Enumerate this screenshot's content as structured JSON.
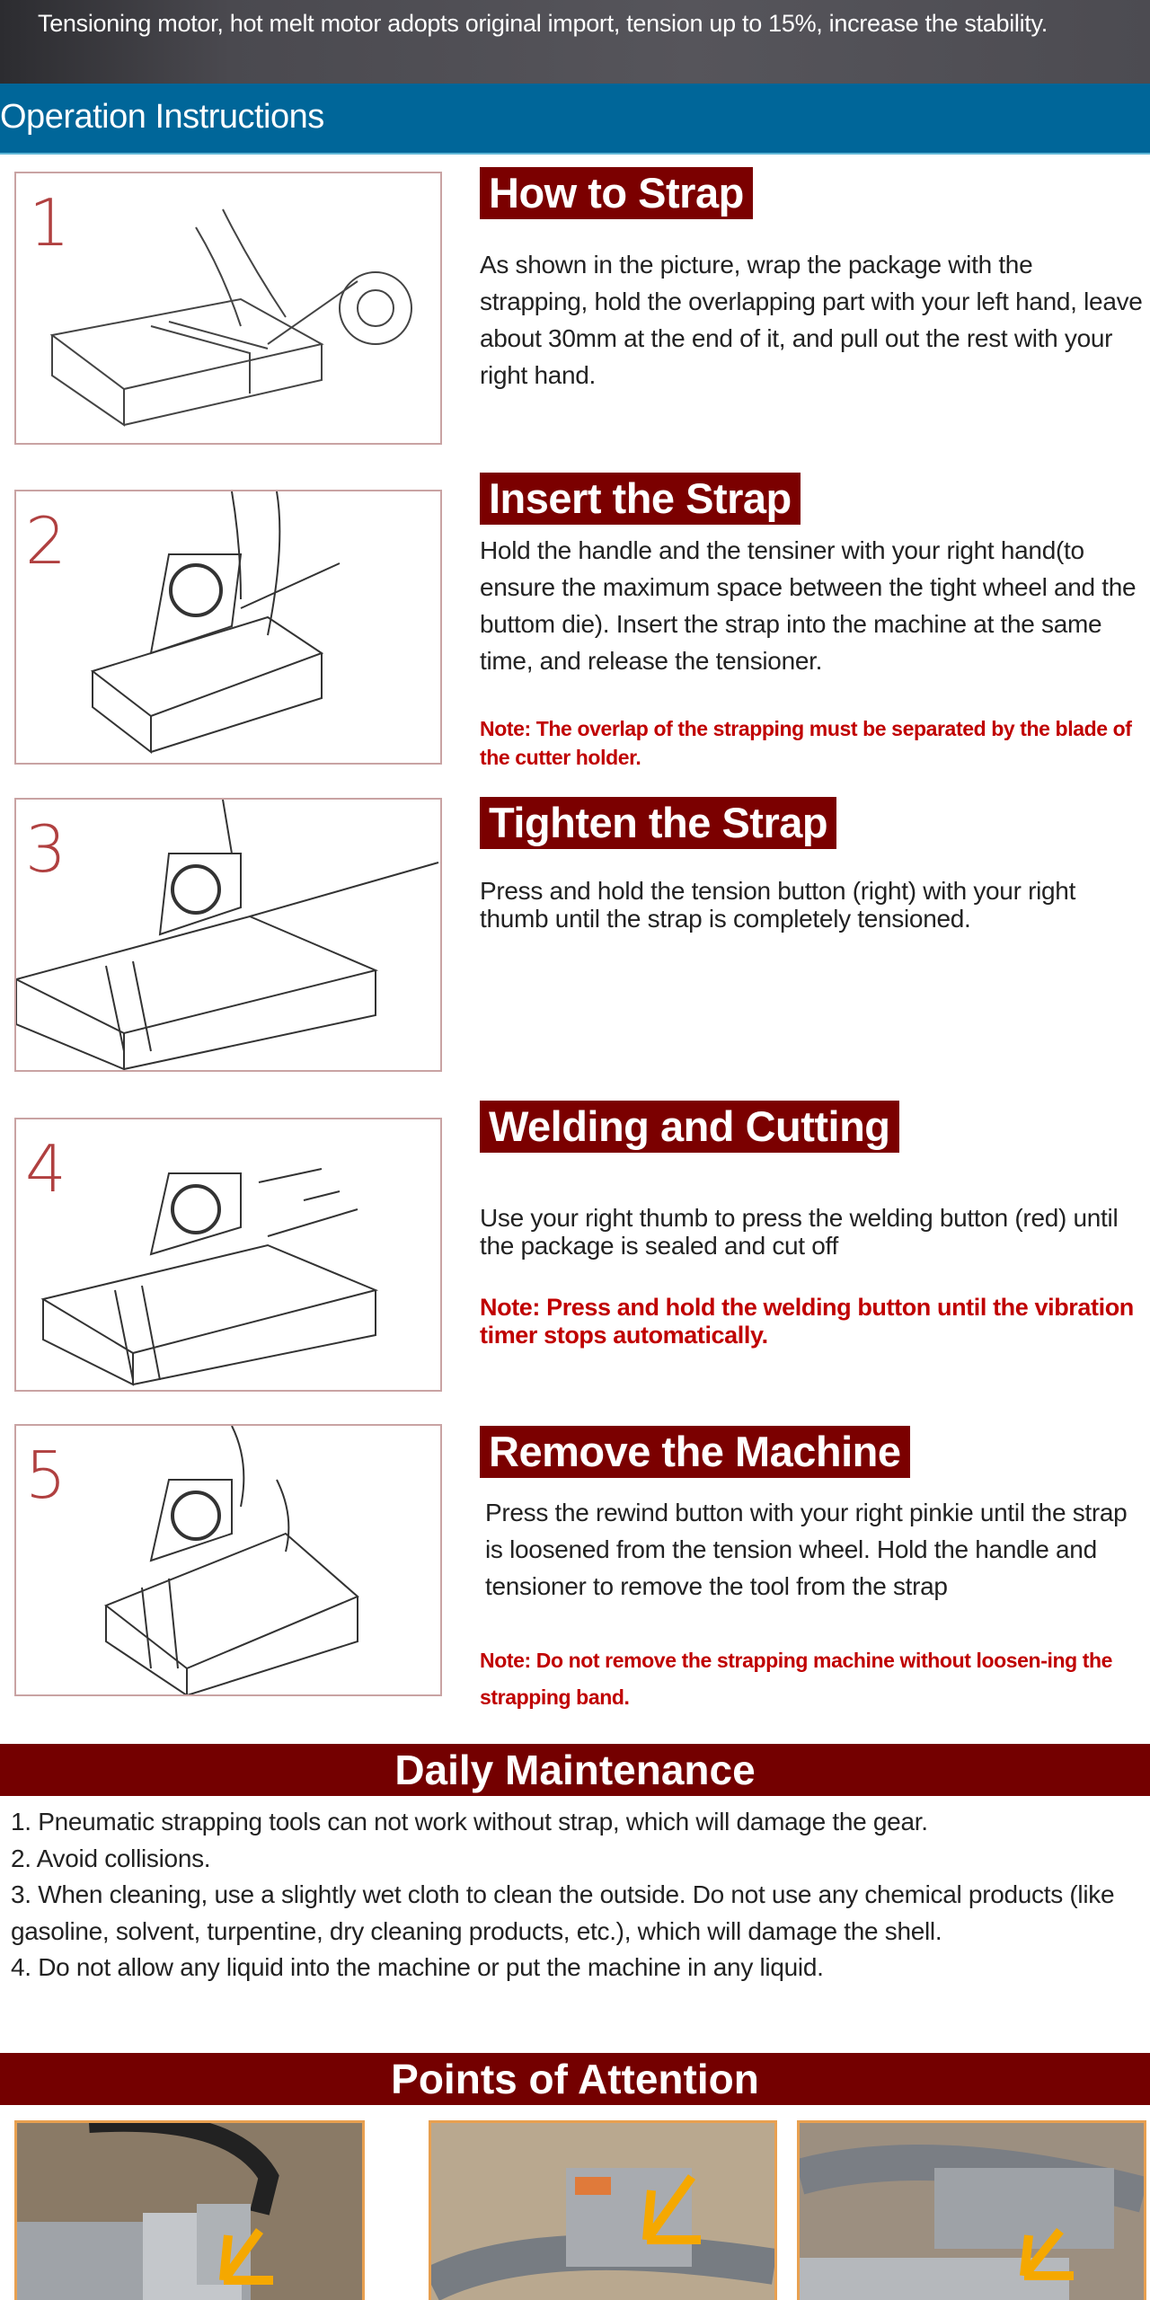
{
  "banner": {
    "text": "Tensioning motor, hot melt motor adopts original import, tension up to 15%, increase the stability."
  },
  "section_title": "Operation Instructions",
  "steps": [
    {
      "number": "1",
      "title": "How to Strap",
      "body": "As shown in the picture, wrap the package with the strapping, hold the overlapping part with your left hand, leave about 30mm at the end of it, and pull out the rest with your right hand.",
      "note": ""
    },
    {
      "number": "2",
      "title": "Insert the Strap",
      "body": "Hold the handle and the tensiner with your right hand(to ensure the maximum space between the tight wheel and the buttom die). Insert the strap into the machine at the same time, and release the tensioner.",
      "note": "Note: The overlap of the strapping must be separated by the blade of the cutter holder."
    },
    {
      "number": "3",
      "title": "Tighten the Strap",
      "body": "Press and hold the tension button (right) with your right thumb until the strap is completely tensioned.",
      "note": ""
    },
    {
      "number": "4",
      "title": "Welding and Cutting",
      "body": "Use your right thumb to press the welding button (red) until the package is sealed and cut off",
      "note": "Note: Press and hold the welding button until the vibration timer stops automatically."
    },
    {
      "number": "5",
      "title": "Remove the Machine",
      "body": "Press the rewind button with your right pinkie until the strap is loosened from the tension wheel. Hold the handle and tensioner to remove the tool from the strap",
      "note": "Note: Do not remove the strapping machine without loosen-ing the strapping band."
    }
  ],
  "maintenance": {
    "title": "Daily Maintenance",
    "items": [
      "1. Pneumatic strapping tools can not work without strap, which will damage the gear.",
      "2. Avoid collisions.",
      "3. When cleaning, use a slightly wet cloth to clean the outside. Do not use any chemical products (like gasoline, solvent, turpentine, dry cleaning products, etc.), which will damage the shell.",
      "4. Do not allow any liquid into the machine or put the machine in any liquid."
    ]
  },
  "attention": {
    "title": "Points of Attention"
  },
  "colors": {
    "heading_bg": "#7b0000",
    "blue_band": "#006699",
    "note": "#c00000",
    "arrow": "#f5a800"
  }
}
